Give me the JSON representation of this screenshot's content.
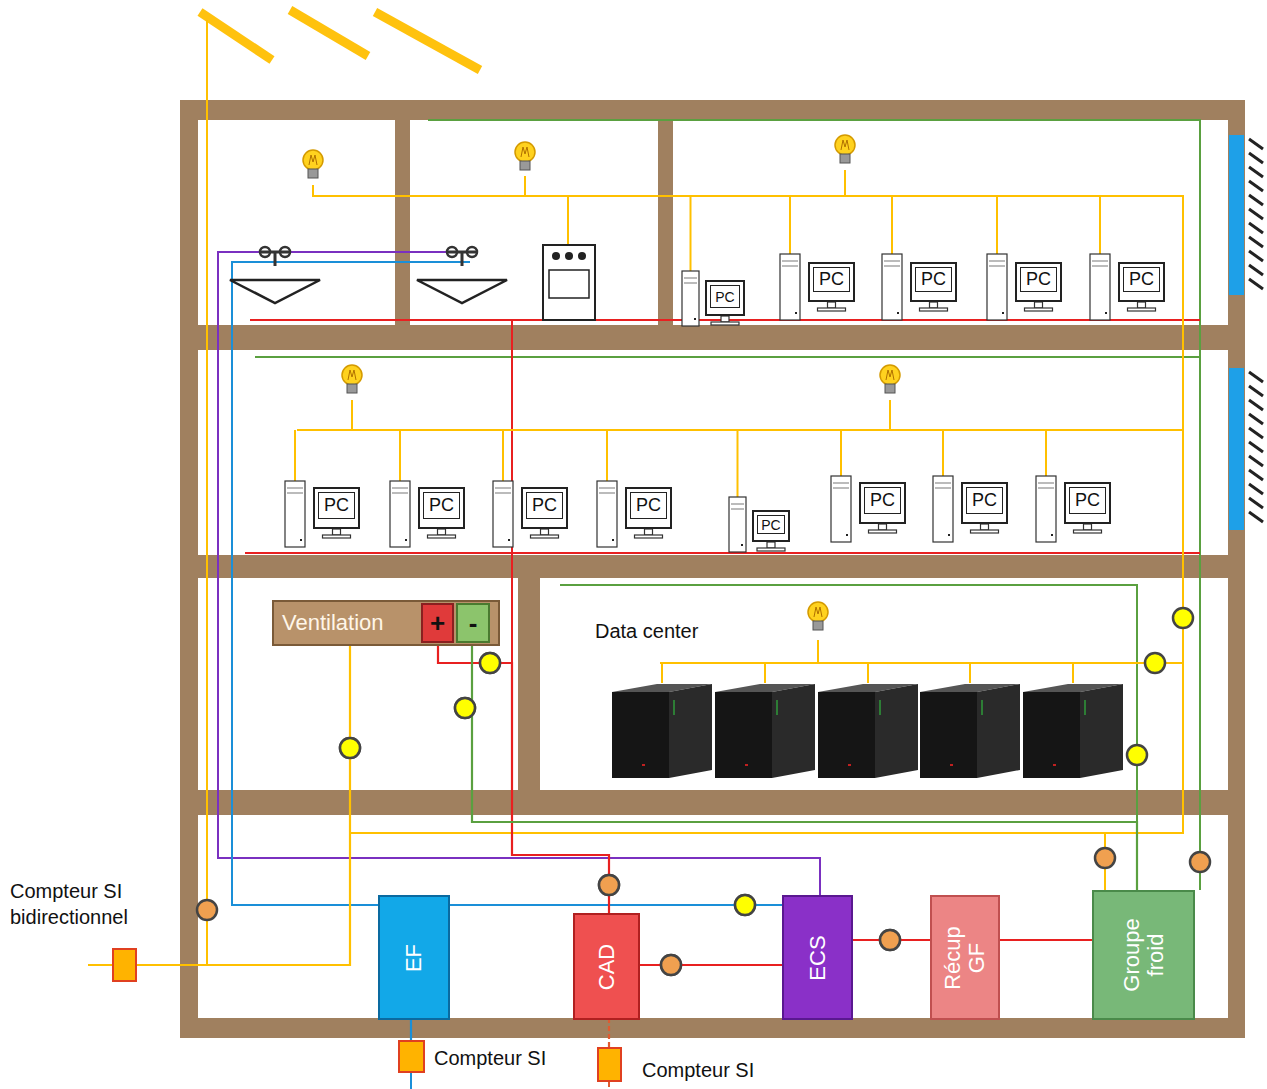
{
  "diagram": {
    "nodes": [
      {
        "text": [
          "PC"
        ]
      },
      {
        "text": [
          "PC"
        ]
      },
      {
        "text": [
          "PC"
        ]
      },
      {
        "text": [
          "PC"
        ]
      },
      {
        "text": [
          "PC"
        ]
      },
      {
        "text": [
          "PC"
        ]
      },
      {
        "text": [
          "PC"
        ]
      },
      {
        "text": [
          "PC"
        ]
      },
      {
        "text": [
          "PC"
        ]
      },
      {
        "text": [
          "PC"
        ]
      },
      {
        "text": [
          "PC"
        ]
      },
      {
        "text": [
          "PC"
        ]
      },
      {
        "text": [
          "PC"
        ]
      },
      {
        "text": [
          "Ventilation"
        ]
      },
      {
        "text": [
          "+"
        ],
        "in": 13
      },
      {
        "text": [
          "-"
        ],
        "in": 13
      },
      {
        "text": [
          "Compteur SI bidirectionnel"
        ]
      },
      {
        "text": [
          "EF"
        ]
      },
      {
        "text": [
          "CAD"
        ]
      },
      {
        "text": [
          "ECS"
        ]
      },
      {
        "text": [
          "Récup GF"
        ]
      },
      {
        "text": [
          "Groupe froid"
        ]
      },
      {
        "text": [
          "Compteur SI"
        ]
      },
      {
        "text": [
          "Compteur SI"
        ]
      }
    ],
    "edges": [
      {
        "from": 22,
        "to": 17,
        "arrow": "none"
      },
      {
        "from": 23,
        "to": 18,
        "arrow": "none"
      },
      {
        "from": 17,
        "to": 19,
        "arrow": "none"
      },
      {
        "from": 18,
        "to": 19,
        "arrow": "none"
      },
      {
        "from": 19,
        "to": 20,
        "arrow": "none"
      },
      {
        "from": 20,
        "to": 21,
        "arrow": "none"
      },
      {
        "from": 18,
        "to": 14,
        "arrow": "none"
      },
      {
        "from": 21,
        "to": 15,
        "arrow": "none"
      },
      {
        "from": 16,
        "to": 13,
        "arrow": "none"
      }
    ],
    "labels": [
      "Data center"
    ]
  }
}
